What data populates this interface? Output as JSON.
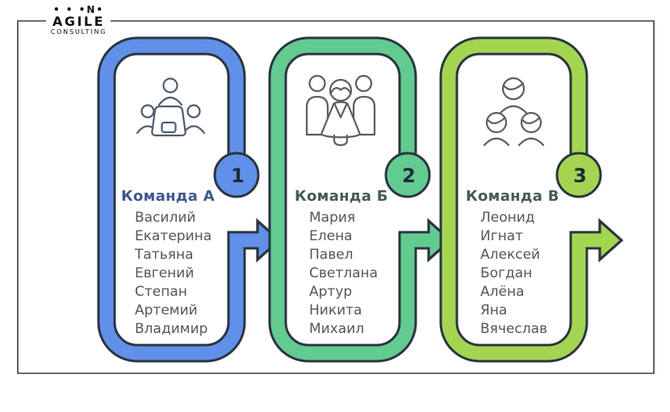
{
  "logo": {
    "dots": "• • •N•",
    "title": "AGILE",
    "subtitle": "CONSULTING"
  },
  "frame_color": "#3a3a3a",
  "outline_color": "#2b3542",
  "badge_text_color": "#1e2b38",
  "member_text_color": "#55565a",
  "teams": [
    {
      "name": "Команда А",
      "badge": "1",
      "color": "#6190e8",
      "title_color": "#40598c",
      "icon": "meeting-table-icon",
      "icon_stroke": "#4d5b6e",
      "members": [
        "Василий",
        "Екатерина",
        "Татьяна",
        "Евгений",
        "Степан",
        "Артемий",
        "Владимир"
      ]
    },
    {
      "name": "Команда Б",
      "badge": "2",
      "color": "#62cb90",
      "title_color": "#475b55",
      "icon": "people-group-icon",
      "icon_stroke": "#5d5d5d",
      "members": [
        "Мария",
        "Елена",
        "Павел",
        "Светлана",
        "Артур",
        "Никита",
        "Михаил"
      ]
    },
    {
      "name": "Команда В",
      "badge": "3",
      "color": "#a4d551",
      "title_color": "#475b55",
      "icon": "heads-pyramid-icon",
      "icon_stroke": "#5d5d5d",
      "members": [
        "Леонид",
        "Игнат",
        "Алексей",
        "Богдан",
        "Алёна",
        "Яна",
        "Вячеслав"
      ]
    }
  ]
}
